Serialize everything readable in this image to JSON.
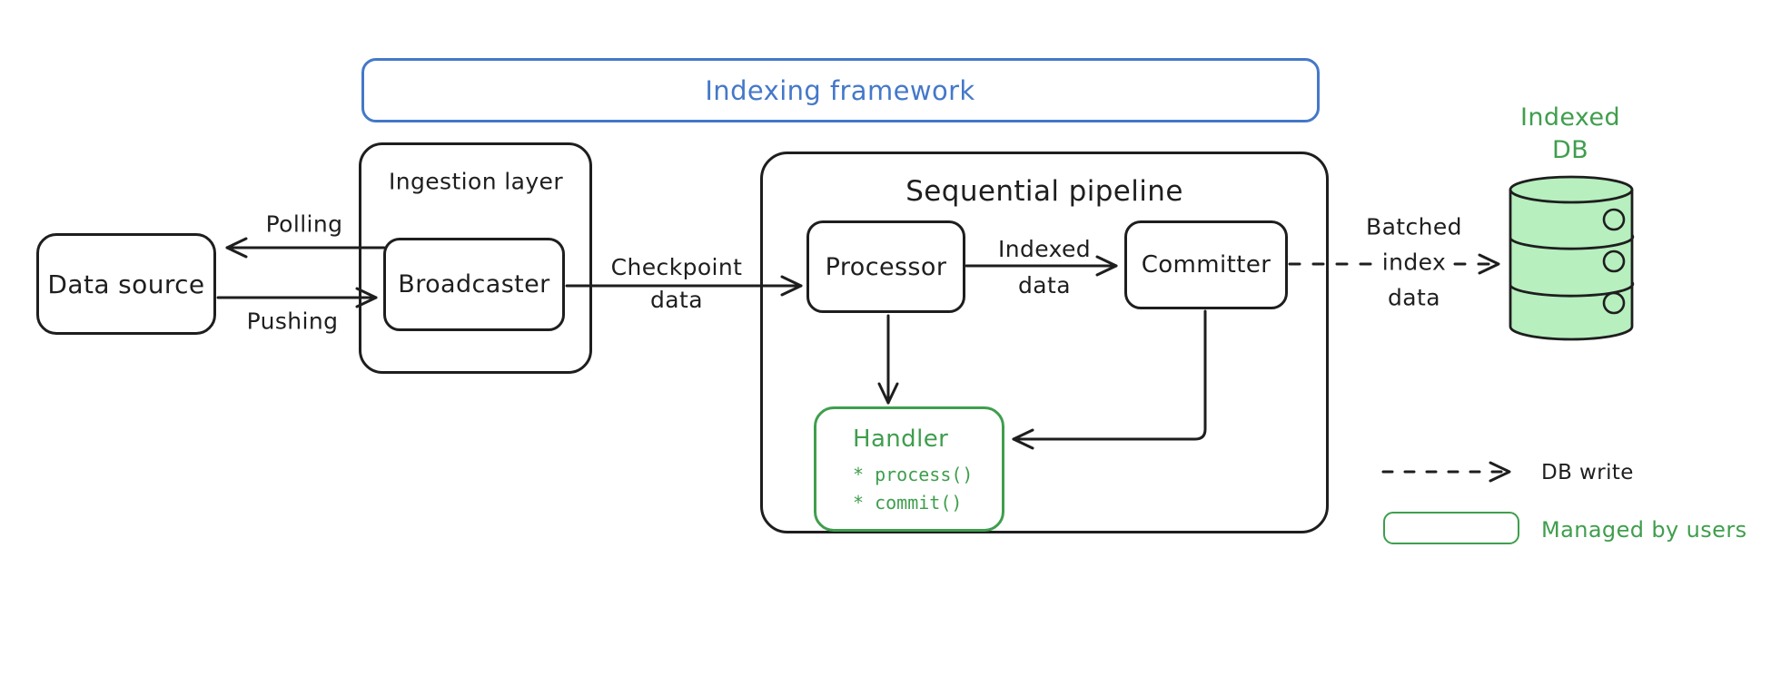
{
  "title": "Indexing framework diagram",
  "colors": {
    "ink": "#1e1e1e",
    "blue": "#4478c9",
    "green": "#3f9e4d",
    "green_fill": "#b7efbf",
    "background": "#ffffff"
  },
  "framework": {
    "label": "Indexing framework"
  },
  "nodes": {
    "data_source": {
      "label": "Data source"
    },
    "ingestion_layer": {
      "label": "Ingestion layer"
    },
    "broadcaster": {
      "label": "Broadcaster"
    },
    "sequential_pipeline": {
      "label": "Sequential pipeline"
    },
    "processor": {
      "label": "Processor"
    },
    "committer": {
      "label": "Committer"
    },
    "handler": {
      "label": "Handler",
      "methods": [
        "* process()",
        "* commit()"
      ]
    },
    "indexed_db": {
      "line1": "Indexed",
      "line2": "DB"
    }
  },
  "edges": {
    "polling": {
      "label": "Polling"
    },
    "pushing": {
      "label": "Pushing"
    },
    "checkpoint": {
      "line1": "Checkpoint",
      "line2": "data"
    },
    "indexed_data": {
      "line1": "Indexed",
      "line2": "data"
    },
    "batched_index": {
      "line1": "Batched",
      "line2": "index",
      "line3": "data"
    }
  },
  "legend": {
    "db_write_label": "DB write",
    "managed_by_users_label": "Managed by users"
  }
}
